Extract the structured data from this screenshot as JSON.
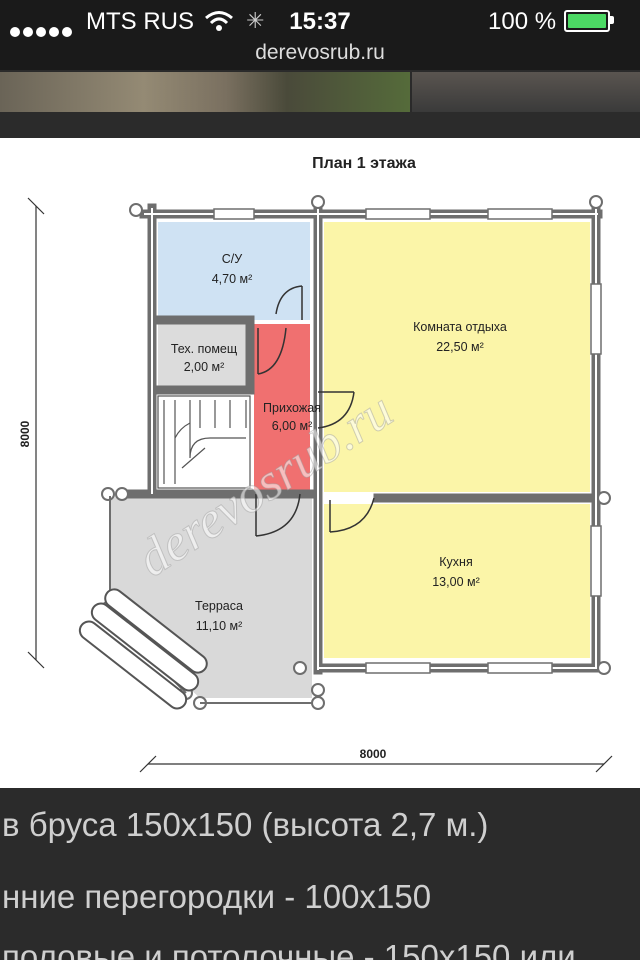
{
  "status": {
    "carrier": "MTS RUS",
    "time": "15:37",
    "battery_percent": "100 %",
    "battery_level": 1.0
  },
  "browser": {
    "url": "derevosrub.ru"
  },
  "plan": {
    "title": "План 1 этажа",
    "rooms": [
      {
        "name": "С/У",
        "area": "4,70 м²"
      },
      {
        "name": "Тех. помещ",
        "area": "2,00 м²"
      },
      {
        "name": "Прихожая",
        "area": "6,00 м²"
      },
      {
        "name": "Комната отдыха",
        "area": "22,50 м²"
      },
      {
        "name": "Кухня",
        "area": "13,00 м²"
      },
      {
        "name": "Терраса",
        "area": "11,10 м²"
      }
    ],
    "dim_vertical": "8000",
    "dim_horizontal": "8000",
    "watermark": "derevosrub.ru",
    "colors": {
      "bath": "#cfe2f3",
      "hall": "#f07070",
      "living": "#fbf5a8",
      "terrace": "#d9d9d9",
      "wall": "#6e6e6e"
    }
  },
  "caption": {
    "lines": [
      "в бруса 150х150 (высота 2,7 м.)",
      "нние перегородки - 100х150",
      "половые и потолочные - 150х150 или"
    ]
  }
}
